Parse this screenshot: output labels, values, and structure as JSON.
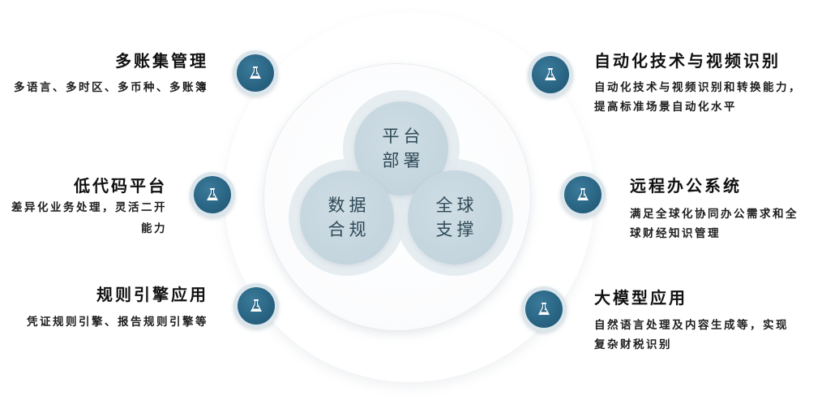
{
  "diagram": {
    "core": [
      {
        "id": "platform",
        "line1": "平台",
        "line2": "部署"
      },
      {
        "id": "data",
        "line1": "数据",
        "line2": "合规"
      },
      {
        "id": "global",
        "line1": "全球",
        "line2": "支撑"
      }
    ],
    "features_left": [
      {
        "title": "多账集管理",
        "desc": "多语言、多时区、多币种、多账簿",
        "icon": "flask-icon"
      },
      {
        "title": "低代码平台",
        "desc_line1": "差异化业务处理，灵活二开",
        "desc_line2": "能力",
        "icon": "flask-icon"
      },
      {
        "title": "规则引擎应用",
        "desc": "凭证规则引擎、报告规则引擎等",
        "icon": "flask-icon"
      }
    ],
    "features_right": [
      {
        "title": "自动化技术与视频识别",
        "desc_line1": "自动化技术与视频识别和转换能力，",
        "desc_line2": "提高标准场景自动化水平",
        "icon": "flask-icon"
      },
      {
        "title": "远程办公系统",
        "desc_line1": "满足全球化协同办公需求和全",
        "desc_line2": "球财经知识管理",
        "icon": "flask-icon"
      },
      {
        "title": "大模型应用",
        "desc_line1": "自然语言处理及内容生成等，实现",
        "desc_line2": "复杂财税识别",
        "icon": "flask-icon"
      }
    ],
    "colors": {
      "icon_fill": "#2a6584",
      "core_fill": "#c4d5de",
      "core_text": "#2f4a58",
      "text": "#111111"
    }
  }
}
